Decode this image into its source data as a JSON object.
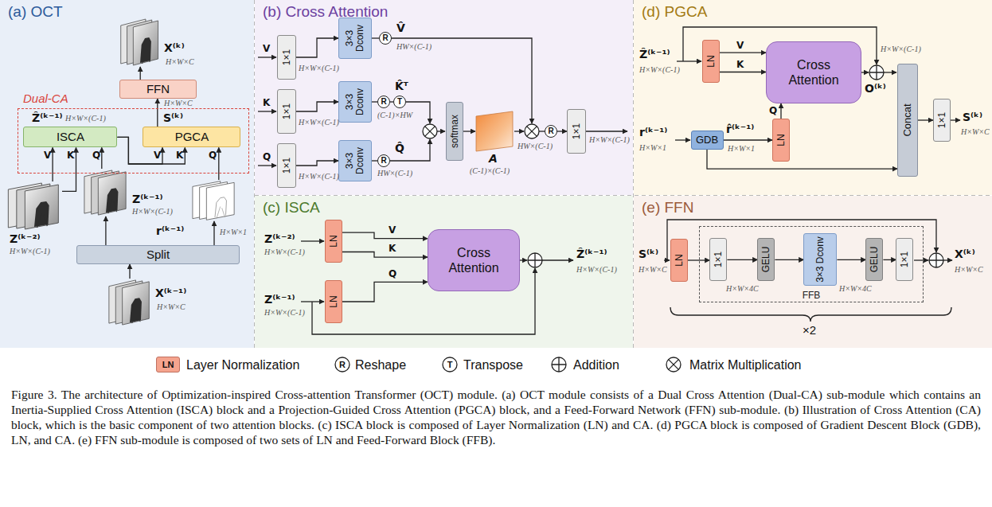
{
  "diagram": {
    "caption": "Figure 3. The architecture of Optimization-inspired Cross-attention Transformer (OCT) module. (a) OCT module consists of a Dual Cross Attention (Dual-CA) sub-module which contains an Inertia-Supplied Cross Attention (ISCA) block and a Projection-Guided Cross Attention (PGCA) block, and a Feed-Forward Network (FFN) sub-module. (b) Illustration of Cross Attention (CA) block, which is the basic component of two attention blocks. (c) ISCA block is composed of Layer Normalization (LN) and CA. (d) PGCA block is composed of Gradient Descent Block (GDB), LN, and CA. (e) FFN sub-module is composed of two sets of LN and Feed-Forward Block (FFB).",
    "nodes": [
      {
        "text": [
          "(a) OCT"
        ]
      },
      {
        "text": [
          "X⁽ᵏ⁾",
          "H×W×C"
        ],
        "in": 0
      },
      {
        "text": [
          "FFN"
        ],
        "in": 0
      },
      {
        "text": [
          "Dual-CA"
        ],
        "in": 0
      },
      {
        "text": [
          "ISCA"
        ],
        "in": 3
      },
      {
        "text": [
          "PGCA"
        ],
        "in": 3
      },
      {
        "text": [
          "Z⁽ᵏ⁻²⁾",
          "H×W×(C-1)"
        ],
        "in": 0
      },
      {
        "text": [
          "Z⁽ᵏ⁻¹⁾",
          "H×W×(C-1)"
        ],
        "in": 0
      },
      {
        "text": [
          "r⁽ᵏ⁻¹⁾",
          "H×W×1"
        ],
        "in": 0
      },
      {
        "text": [
          "Split"
        ],
        "in": 0
      },
      {
        "text": [
          "X⁽ᵏ⁻¹⁾",
          "H×W×C"
        ],
        "in": 0
      },
      {
        "text": [
          "(b) Cross Attention"
        ]
      },
      {
        "text": [
          "1×1"
        ],
        "in": 11
      },
      {
        "text": [
          "1×1"
        ],
        "in": 11
      },
      {
        "text": [
          "1×1"
        ],
        "in": 11
      },
      {
        "text": [
          "3×3 Dconv"
        ],
        "in": 11
      },
      {
        "text": [
          "3×3 Dconv"
        ],
        "in": 11
      },
      {
        "text": [
          "3×3 Dconv"
        ],
        "in": 11
      },
      {
        "text": [
          "R"
        ],
        "in": 11
      },
      {
        "text": [
          "R"
        ],
        "in": 11
      },
      {
        "text": [
          "T"
        ],
        "in": 11
      },
      {
        "text": [
          "R"
        ],
        "in": 11
      },
      {
        "text": [
          "softmax"
        ],
        "in": 11
      },
      {
        "text": [
          "R"
        ],
        "in": 11
      },
      {
        "text": [
          "1×1"
        ],
        "in": 11
      },
      {
        "text": [
          "(c) ISCA"
        ]
      },
      {
        "text": [
          "LN"
        ],
        "in": 25
      },
      {
        "text": [
          "LN"
        ],
        "in": 25
      },
      {
        "text": [
          "Cross Attention"
        ],
        "in": 25
      },
      {
        "text": [
          "(d) PGCA"
        ]
      },
      {
        "text": [
          "LN"
        ],
        "in": 29
      },
      {
        "text": [
          "Cross Attention"
        ],
        "in": 29
      },
      {
        "text": [
          "GDB"
        ],
        "in": 29
      },
      {
        "text": [
          "LN"
        ],
        "in": 29
      },
      {
        "text": [
          "Concat"
        ],
        "in": 29
      },
      {
        "text": [
          "1×1"
        ],
        "in": 29
      },
      {
        "text": [
          "(e) FFN"
        ]
      },
      {
        "text": [
          "LN"
        ],
        "in": 36
      },
      {
        "text": [
          "FFB"
        ],
        "in": 36
      },
      {
        "text": [
          "1×1"
        ],
        "in": 38
      },
      {
        "text": [
          "GELU"
        ],
        "in": 38
      },
      {
        "text": [
          "3×3 Dconv"
        ],
        "in": 38
      },
      {
        "text": [
          "GELU"
        ],
        "in": 38
      },
      {
        "text": [
          "1×1"
        ],
        "in": 38
      }
    ],
    "edges": [
      {
        "from": 10,
        "to": 9,
        "arrow": "to"
      },
      {
        "from": 9,
        "to": 7,
        "arrow": "to"
      },
      {
        "from": 9,
        "to": 8,
        "arrow": "to"
      },
      {
        "from": 6,
        "to": 4,
        "arrow": "to",
        "label": "V"
      },
      {
        "from": 6,
        "to": 4,
        "arrow": "to",
        "label": "K"
      },
      {
        "from": 7,
        "to": 4,
        "arrow": "to",
        "label": "Q"
      },
      {
        "from": 4,
        "to": 5,
        "arrow": "to",
        "label": "V"
      },
      {
        "from": 4,
        "to": 5,
        "arrow": "to",
        "label": "K"
      },
      {
        "from": 8,
        "to": 5,
        "arrow": "to",
        "label": "Q"
      },
      {
        "from": 5,
        "to": 2,
        "arrow": "to"
      },
      {
        "from": 2,
        "to": 1,
        "arrow": "to"
      },
      {
        "from": 12,
        "to": 15,
        "arrow": "to"
      },
      {
        "from": 13,
        "to": 16,
        "arrow": "to"
      },
      {
        "from": 14,
        "to": 17,
        "arrow": "to"
      },
      {
        "from": 15,
        "to": 18,
        "arrow": "none"
      },
      {
        "from": 16,
        "to": 19,
        "arrow": "none"
      },
      {
        "from": 19,
        "to": 20,
        "arrow": "none"
      },
      {
        "from": 17,
        "to": 21,
        "arrow": "none"
      },
      {
        "from": 23,
        "to": 24,
        "arrow": "to"
      },
      {
        "from": 26,
        "to": 28,
        "arrow": "to",
        "label": "V"
      },
      {
        "from": 26,
        "to": 28,
        "arrow": "to",
        "label": "K"
      },
      {
        "from": 27,
        "to": 28,
        "arrow": "to",
        "label": "Q"
      },
      {
        "from": 30,
        "to": 31,
        "arrow": "to",
        "label": "V"
      },
      {
        "from": 30,
        "to": 31,
        "arrow": "to",
        "label": "K"
      },
      {
        "from": 33,
        "to": 31,
        "arrow": "to",
        "label": "Q"
      },
      {
        "from": 32,
        "to": 33,
        "arrow": "to"
      },
      {
        "from": 32,
        "to": 34,
        "arrow": "to"
      },
      {
        "from": 34,
        "to": 35,
        "arrow": "to"
      },
      {
        "from": 37,
        "to": 39,
        "arrow": "to"
      },
      {
        "from": 39,
        "to": 40,
        "arrow": "to"
      },
      {
        "from": 40,
        "to": 41,
        "arrow": "to"
      },
      {
        "from": 41,
        "to": 42,
        "arrow": "to"
      },
      {
        "from": 42,
        "to": 43,
        "arrow": "to"
      }
    ],
    "labels": [
      "H×W×C",
      "Ẑ⁽ᵏ⁻¹⁾",
      "H×W×(C-1)",
      "S⁽ᵏ⁾",
      "V",
      "K",
      "Q",
      "H×W×(C-1)",
      "H×W×(C-1)",
      "H×W×(C-1)",
      "V̂",
      "HW×(C-1)",
      "K̂ᵀ",
      "(C-1)×HW",
      "Q̂",
      "HW×(C-1)",
      "A",
      "(C-1)×(C-1)",
      "HW×(C-1)",
      "H×W×(C-1)",
      "Z⁽ᵏ⁻²⁾",
      "H×W×(C-1)",
      "Z⁽ᵏ⁻¹⁾",
      "H×W×(C-1)",
      "Ẑ⁽ᵏ⁻¹⁾",
      "H×W×(C-1)",
      "Ẑ⁽ᵏ⁻¹⁾",
      "H×W×(C-1)",
      "r⁽ᵏ⁻¹⁾",
      "H×W×1",
      "r̂⁽ᵏ⁻¹⁾",
      "H×W×1",
      "H×W×(C-1)",
      "O⁽ᵏ⁾",
      "S⁽ᵏ⁾",
      "H×W×C",
      "S⁽ᵏ⁾",
      "H×W×C",
      "H×W×4C",
      "H×W×4C",
      "X⁽ᵏ⁾",
      "H×W×C",
      "×2",
      "LN",
      "R",
      "T"
    ],
    "legend": [
      {
        "text": "Layer Normalization",
        "color": "#f5a48e"
      },
      {
        "text": "Reshape"
      },
      {
        "text": "Transpose"
      },
      {
        "text": "Addition"
      },
      {
        "text": "Matrix Multiplication"
      }
    ]
  }
}
